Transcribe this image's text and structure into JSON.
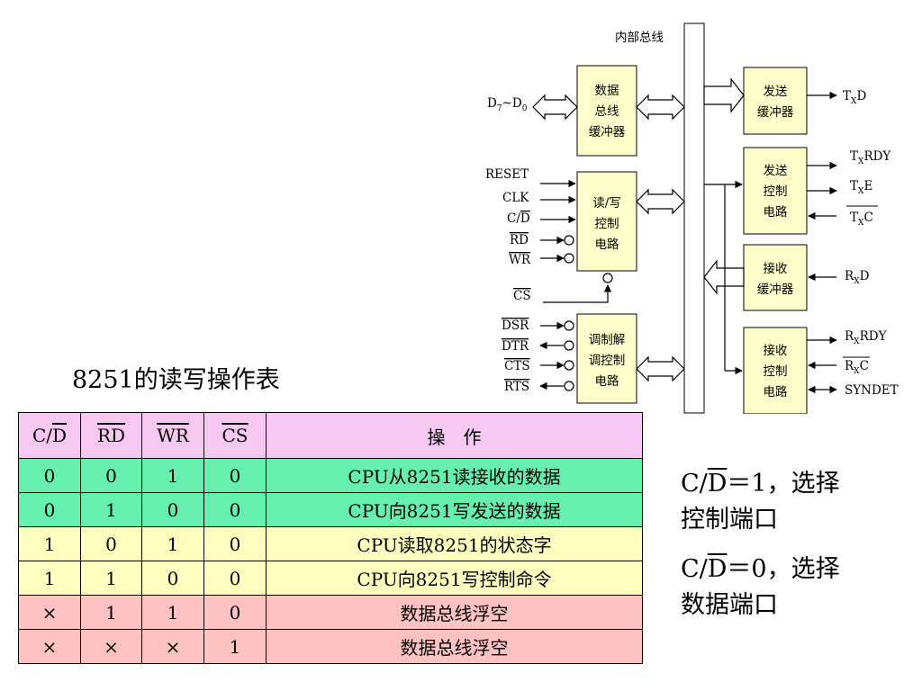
{
  "diagram": {
    "internal_bus": "内部总线",
    "data_bus_label": {
      "main1": "D",
      "sub1": "7",
      "mid": "~D",
      "sub2": "0"
    },
    "blocks": {
      "data_buffer": [
        "数据",
        "总线",
        "缓冲器"
      ],
      "rw_control": [
        "读/写",
        "控制",
        "电路"
      ],
      "modem_control": [
        "调制解",
        "调控制",
        "电路"
      ],
      "tx_buffer": [
        "发送",
        "缓冲器"
      ],
      "tx_control": [
        "发送",
        "控制",
        "电路"
      ],
      "rx_buffer": [
        "接收",
        "缓冲器"
      ],
      "rx_control": [
        "接收",
        "控制",
        "电路"
      ]
    },
    "left_signals": {
      "reset": "RESET",
      "clk": "CLK",
      "cd_c": "C/",
      "cd_d": "D",
      "rd": "RD",
      "wr": "WR",
      "cs": "CS",
      "dsr": "DSR",
      "dtr": "DTR",
      "cts": "CTS",
      "rts": "RTS"
    },
    "right_signals": {
      "txd": {
        "main": "T",
        "sub": "X",
        "rest": "D"
      },
      "txrdy": {
        "main": "T",
        "sub": "X",
        "rest": "RDY"
      },
      "txe": {
        "main": "T",
        "sub": "X",
        "rest": "E"
      },
      "txc": {
        "main": "T",
        "sub": "X",
        "rest": "C"
      },
      "rxd": {
        "main": "R",
        "sub": "X",
        "rest": "D"
      },
      "rxrdy": {
        "main": "R",
        "sub": "X",
        "rest": "RDY"
      },
      "rxc": {
        "main": "R",
        "sub": "X",
        "rest": "C"
      },
      "syndet": "SYNDET"
    }
  },
  "table": {
    "title": "8251的读写操作表",
    "headers": {
      "cd_c": "C/",
      "cd_d": "D",
      "rd": "RD",
      "wr": "WR",
      "cs": "CS",
      "op": "操　作"
    },
    "rows": [
      {
        "cd": "0",
        "rd": "0",
        "wr": "1",
        "cs": "0",
        "op": "CPU从8251读接收的数据",
        "color": "#66f0b0"
      },
      {
        "cd": "0",
        "rd": "1",
        "wr": "0",
        "cs": "0",
        "op": "CPU向8251写发送的数据",
        "color": "#66f0b0"
      },
      {
        "cd": "1",
        "rd": "0",
        "wr": "1",
        "cs": "0",
        "op": "CPU读取8251的状态字",
        "color": "#ffffc0"
      },
      {
        "cd": "1",
        "rd": "1",
        "wr": "0",
        "cs": "0",
        "op": "CPU向8251写控制命令",
        "color": "#ffffc0"
      },
      {
        "cd": "×",
        "rd": "1",
        "wr": "1",
        "cs": "0",
        "op": "数据总线浮空",
        "color": "#ffc2c2"
      },
      {
        "cd": "×",
        "rd": "×",
        "wr": "×",
        "cs": "1",
        "op": "数据总线浮空",
        "color": "#ffc2c2"
      }
    ]
  },
  "notes": [
    {
      "pre": "C/",
      "bar": "D",
      "post": "＝1，选择控制端口"
    },
    {
      "pre": "C/",
      "bar": "D",
      "post": "＝0，选择数据端口"
    }
  ]
}
